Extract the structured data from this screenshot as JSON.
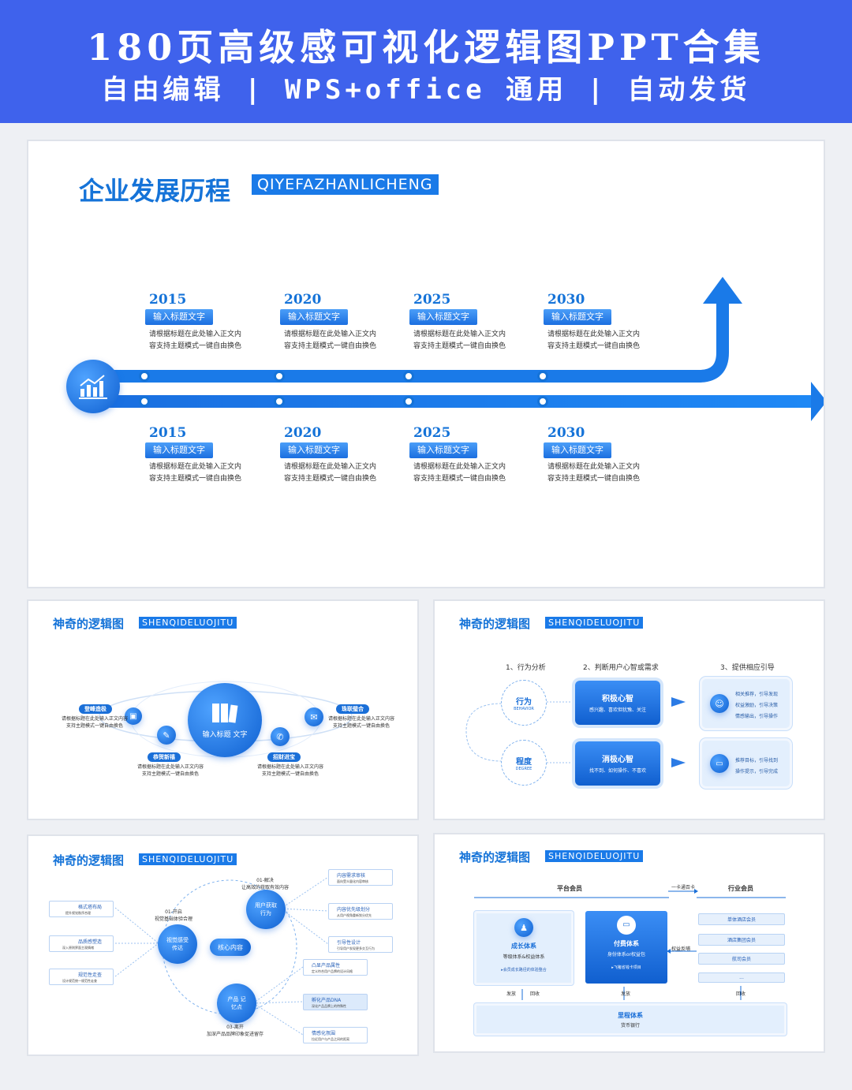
{
  "banner": {
    "line1": "180页高级感可视化逻辑图PPT合集",
    "line2": "自由编辑 | WPS+office 通用 | 自动发货"
  },
  "slide1": {
    "title_zh": "企业发展历程",
    "title_en": "QIYEFAZHANLICHENG",
    "icon": "bar-chart-icon",
    "top": [
      {
        "year": "2015",
        "tag": "输入标题文字",
        "desc1": "请根据标题在此处输入正文内",
        "desc2": "容支持主题模式一键自由换色"
      },
      {
        "year": "2020",
        "tag": "输入标题文字",
        "desc1": "请根据标题在此处输入正文内",
        "desc2": "容支持主题模式一键自由换色"
      },
      {
        "year": "2025",
        "tag": "输入标题文字",
        "desc1": "请根据标题在此处输入正文内",
        "desc2": "容支持主题模式一键自由换色"
      },
      {
        "year": "2030",
        "tag": "输入标题文字",
        "desc1": "请根据标题在此处输入正文内",
        "desc2": "容支持主题模式一键自由换色"
      }
    ],
    "bottom": [
      {
        "year": "2015",
        "tag": "输入标题文字",
        "desc1": "请根据标题在此处输入正文内",
        "desc2": "容支持主题模式一键自由换色"
      },
      {
        "year": "2020",
        "tag": "输入标题文字",
        "desc1": "请根据标题在此处输入正文内",
        "desc2": "容支持主题模式一键自由换色"
      },
      {
        "year": "2025",
        "tag": "输入标题文字",
        "desc1": "请根据标题在此处输入正文内",
        "desc2": "容支持主题模式一键自由换色"
      },
      {
        "year": "2030",
        "tag": "输入标题文字",
        "desc1": "请根据标题在此处输入正文内",
        "desc2": "容支持主题模式一键自由换色"
      }
    ]
  },
  "slide2": {
    "title_zh": "神奇的逻辑图",
    "title_en": "SHENQIDELUOJITU",
    "center": "输入标题 文字",
    "items": [
      {
        "label": "登峰造极",
        "desc1": "请根据标题在此处输入正文内容",
        "desc2": "支持主题模式一键自由换色"
      },
      {
        "label": "恭贺新禧",
        "desc1": "请根据标题在此处输入正文内容",
        "desc2": "支持主题模式一键自由换色"
      },
      {
        "label": "招财进宝",
        "desc1": "请根据标题在此处输入正文内容",
        "desc2": "支持主题模式一键自由换色"
      },
      {
        "label": "珠联璧合",
        "desc1": "请根据标题在此处输入正文内容",
        "desc2": "支持主题模式一键自由换色"
      }
    ]
  },
  "slide3": {
    "title_zh": "神奇的逻辑图",
    "title_en": "SHENQIDELUOJITU",
    "step1": "1、行为分析",
    "step2": "2、判断用户心智或需求",
    "step3": "3、提供相应引导",
    "ring1": {
      "zh": "行为",
      "en": "BEHAVIOR"
    },
    "ring2": {
      "zh": "程度",
      "en": "DEGREE"
    },
    "box1": {
      "title": "积极心智",
      "desc": "感兴趣、喜欢但犹豫、关注"
    },
    "box2": {
      "title": "消极心智",
      "desc": "找不到、如何操作、不喜欢"
    },
    "guide1": [
      "相关推荐，引导发现",
      "权益激励，引导决策",
      "情感输出，引导操作"
    ],
    "guide2": [
      "推荐目标，引导找到",
      "操作提示，引导完成"
    ]
  },
  "slide4": {
    "title_zh": "神奇的逻辑图",
    "title_en": "SHENQIDELUOJITU",
    "core": "核心内容",
    "c1": "视觉感受 传达",
    "c2": "用户获取 行为",
    "c3": "产品 记忆点",
    "n1": {
      "a": "01-开启",
      "b": "视觉基础体验合理"
    },
    "n2": {
      "a": "01-解决",
      "b": "让高效的获取有效内容"
    },
    "n3": {
      "a": "03-离开",
      "b": "加深产品品牌印象促进留存"
    },
    "left": [
      {
        "t": "格式塔布局",
        "d": "提升视觉秩序合理"
      },
      {
        "t": "品质感塑造",
        "d": "深入原则界面主观情绪"
      },
      {
        "t": "规范性走查",
        "d": "设计规范统一规范性走查"
      }
    ],
    "right1": [
      {
        "t": "内容需求审核",
        "d": "面向受众量化内容审核"
      },
      {
        "t": "内容优先级划分",
        "d": "从用户视角重新划分优先"
      },
      {
        "t": "引导性设计",
        "d": "引导用户发现更多交互行为"
      }
    ],
    "right2": [
      {
        "t": "凸显产品属性",
        "d": "定义符合用户品牌的设计风格"
      },
      {
        "t": "孵化产品DNA",
        "d": "深化产品品牌上的特殊性"
      },
      {
        "t": "情感化氛围",
        "d": "拉近用户与产品之间的距离"
      }
    ]
  },
  "slide5": {
    "title_zh": "神奇的逻辑图",
    "title_en": "SHENQIDELUOJITU",
    "h1": "平台会员",
    "h2": "行业会员",
    "arrow_lbl": "一卡通百卡",
    "feedback": "权益反哺",
    "card1": {
      "title": "成长体系",
      "sub": "等级体系&权益体系",
      "note": "▸会员成长路径的体验整合"
    },
    "card2": {
      "title": "付费体系",
      "sub": "身份体系or权益包",
      "note": "▸飞猪省钱卡项目"
    },
    "list": [
      "单体酒店会员",
      "酒店集团会员",
      "航司会员",
      "..."
    ],
    "issue": "发放",
    "recycle": "回收",
    "issue2": "发放",
    "recycle2": "回收",
    "bottom_title": "里程体系",
    "bottom_sub": "货币银行"
  }
}
